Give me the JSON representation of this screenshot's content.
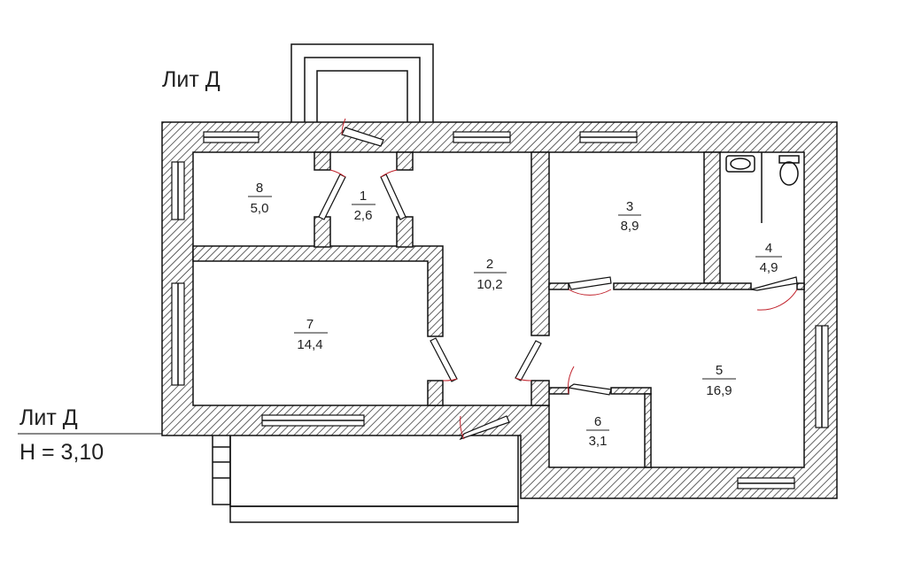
{
  "plan": {
    "top_title": "Лит Д",
    "side_title": "Лит Д",
    "height_note": "H = 3,10",
    "rooms": [
      {
        "number": "1",
        "area": "2,6"
      },
      {
        "number": "2",
        "area": "10,2"
      },
      {
        "number": "3",
        "area": "8,9"
      },
      {
        "number": "4",
        "area": "4,9"
      },
      {
        "number": "5",
        "area": "16,9"
      },
      {
        "number": "6",
        "area": "3,1"
      },
      {
        "number": "7",
        "area": "14,4"
      },
      {
        "number": "8",
        "area": "5,0"
      }
    ]
  }
}
